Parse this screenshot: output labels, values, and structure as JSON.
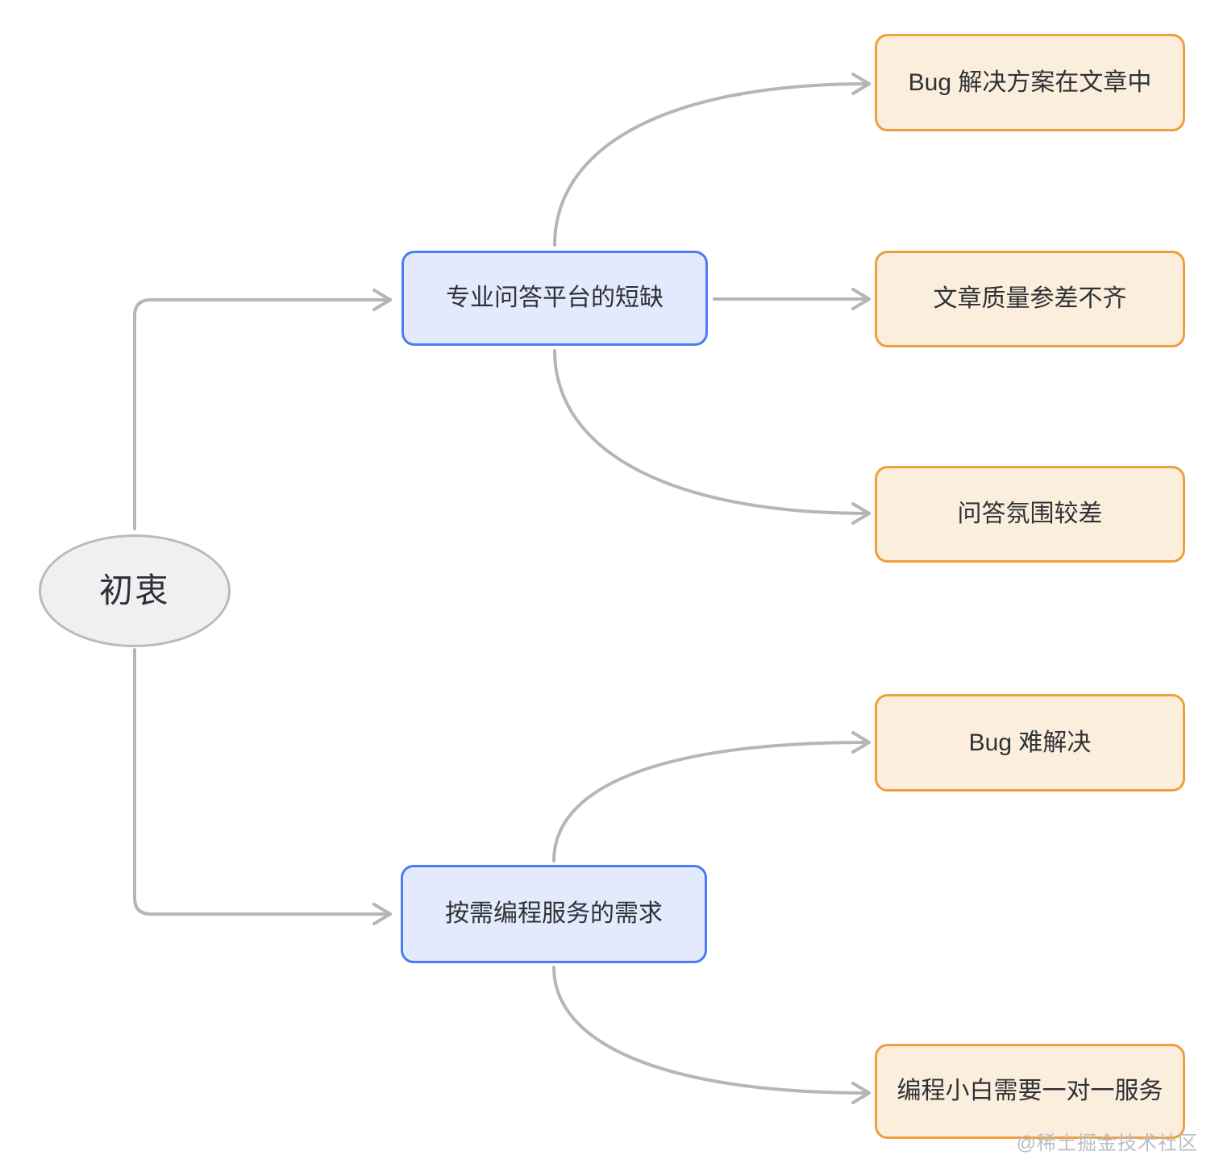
{
  "diagram": {
    "root": {
      "label": "初衷"
    },
    "branches": [
      {
        "label": "专业问答平台的短缺",
        "children": [
          {
            "label": "Bug 解决方案在文章中"
          },
          {
            "label": "文章质量参差不齐"
          },
          {
            "label": "问答氛围较差"
          }
        ]
      },
      {
        "label": "按需编程服务的需求",
        "children": [
          {
            "label": "Bug 难解决"
          },
          {
            "label": "编程小白需要一对一服务"
          }
        ]
      }
    ],
    "colors": {
      "background": "#ffffff",
      "root_fill": "#eff0f2",
      "root_border": "#b7bbc0",
      "branch_fill": "#e3eafd",
      "branch_border": "#4b7bf5",
      "leaf_fill": "#fceedd",
      "leaf_border": "#f09e3e",
      "connector": "#b6b6b6",
      "text": "#2f3135",
      "watermark_text": "#b9bdc4"
    },
    "watermark": "@稀土掘金技术社区"
  }
}
